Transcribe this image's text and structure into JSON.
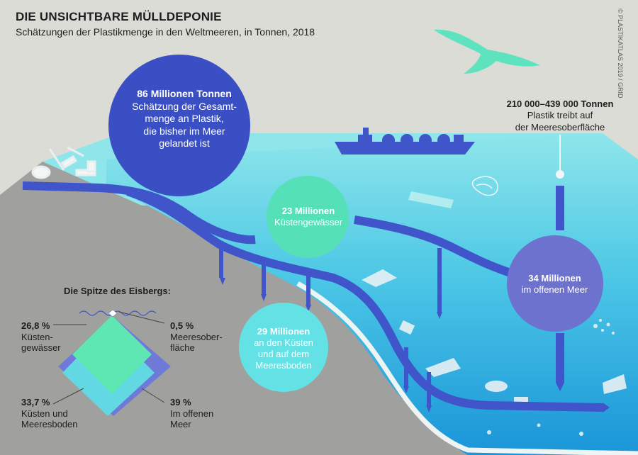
{
  "header": {
    "title": "DIE UNSICHTBARE MÜLLDEPONIE",
    "subtitle": "Schätzungen der Plastikmenge in den Weltmeeren, in Tonnen, 2018",
    "credit": "© PLASTIKATLAS 2019 / GRID"
  },
  "bubbles": {
    "total": {
      "value": "86 Millionen Tonnen",
      "lines": [
        "Schätzung der Gesamt-",
        "menge an Plastik,",
        "die bisher im Meer",
        "gelandet ist"
      ]
    },
    "coastal": {
      "value": "23 Millionen",
      "label": "Küstengewässer"
    },
    "open_sea": {
      "value": "34 Millionen",
      "label": "im offenen Meer"
    },
    "coast_floor": {
      "value": "29 Millionen",
      "lines": [
        "an den Küsten",
        "und auf dem",
        "Meeresboden"
      ]
    }
  },
  "surface_note": {
    "value": "210 000–439 000 Tonnen",
    "lines": [
      "Plastik treibt auf",
      "der Meeresoberfläche"
    ]
  },
  "iceberg": {
    "title": "Die Spitze des Eisbergs:",
    "items": [
      {
        "percent": "26,8 %",
        "lines": [
          "Küsten-",
          "gewässer"
        ],
        "share": 26.8
      },
      {
        "percent": "0,5 %",
        "lines": [
          "Meeresober-",
          "fläche"
        ],
        "share": 0.5
      },
      {
        "percent": "33,7 %",
        "lines": [
          "Küsten und",
          "Meeresboden"
        ],
        "share": 33.7
      },
      {
        "percent": "39 %",
        "lines": [
          "Im offenen",
          "Meer"
        ],
        "share": 39
      }
    ]
  },
  "colors": {
    "background": "#dcdcd6",
    "seabed": "#a0a19e",
    "sea_top": "#8ee6ea",
    "sea_deep": "#1fa3dd",
    "flow": "#3f55c9",
    "bubble_total": "#3b4fc4",
    "bubble_coastal": "#55e0b8",
    "bubble_open": "#6d72cf",
    "bubble_floor": "#63e1e5",
    "bird": "#5fe3bf",
    "ship": "#3f55c9"
  },
  "icons": [
    "bird-icon",
    "ship-icon",
    "bottle-icon",
    "bag-icon",
    "debris-icon"
  ]
}
